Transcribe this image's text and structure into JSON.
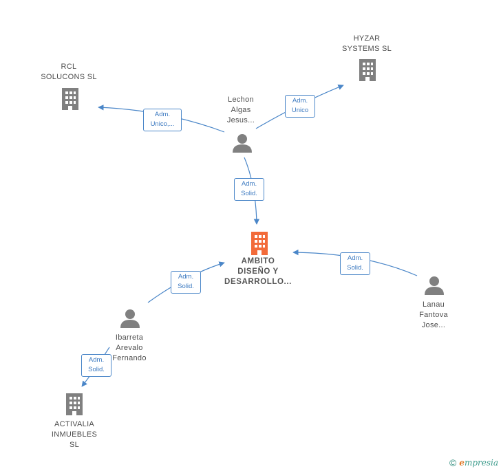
{
  "colors": {
    "company": "#808080",
    "focus_company": "#f26b3a",
    "person": "#808080",
    "edge": "#4a86c8",
    "label": "#4d4d4d"
  },
  "nodes": {
    "rcl": {
      "lines": [
        "RCL",
        "SOLUCONS  SL"
      ],
      "icon": "building-icon"
    },
    "hyzar": {
      "lines": [
        "HYZAR",
        "SYSTEMS  SL"
      ],
      "icon": "building-icon"
    },
    "lechon": {
      "lines": [
        "Lechon",
        "Algas",
        "Jesus..."
      ],
      "icon": "person-icon"
    },
    "ambito": {
      "lines": [
        "AMBITO",
        "DISEÑO Y",
        "DESARROLLO..."
      ],
      "icon": "building-icon"
    },
    "lanau": {
      "lines": [
        "Lanau",
        "Fantova",
        "Jose..."
      ],
      "icon": "person-icon"
    },
    "ibarreta": {
      "lines": [
        "Ibarreta",
        "Arevalo",
        "Fernando"
      ],
      "icon": "person-icon"
    },
    "activalia": {
      "lines": [
        "ACTIVALIA",
        "INMUEBLES",
        "SL"
      ],
      "icon": "building-icon"
    }
  },
  "relations": {
    "lechon_rcl": [
      "Adm.",
      "Unico,..."
    ],
    "lechon_hyzar": [
      "Adm.",
      "Unico"
    ],
    "lechon_ambito": [
      "Adm.",
      "Solid."
    ],
    "lanau_ambito": [
      "Adm.",
      "Solid."
    ],
    "ibarreta_ambito": [
      "Adm.",
      "Solid."
    ],
    "ibarreta_activalia": [
      "Adm.",
      "Solid."
    ]
  },
  "footer": {
    "copyright_symbol": "©",
    "brand_initial": "e",
    "brand_rest": "mpresia"
  }
}
